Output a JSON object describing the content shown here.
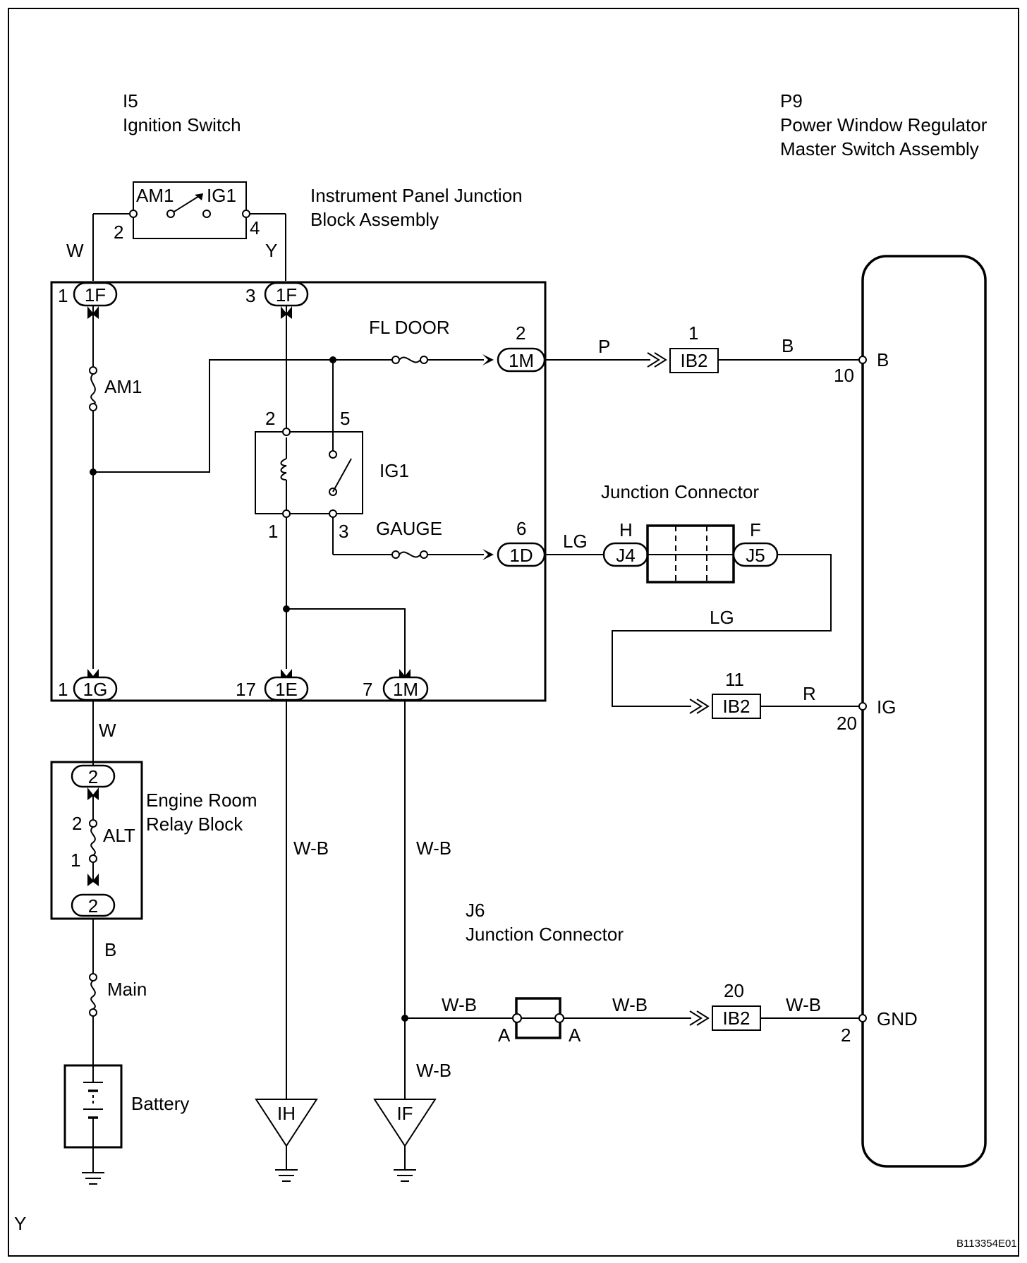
{
  "components": {
    "ignition_switch": {
      "id": "I5",
      "name": "Ignition Switch",
      "contacts": [
        "AM1",
        "IG1"
      ]
    },
    "ipjb": {
      "name_line1": "Instrument Panel Junction",
      "name_line2": "Block Assembly"
    },
    "master_switch": {
      "id": "P9",
      "name_line1": "Power Window Regulator",
      "name_line2": "Master Switch Assembly"
    },
    "junction_connector": {
      "name": "Junction Connector"
    },
    "j6": {
      "id": "J6",
      "name": "Junction Connector"
    },
    "engine_room": {
      "name_line1": "Engine Room",
      "name_line2": "Relay Block"
    },
    "battery": {
      "name": "Battery"
    }
  },
  "fuses": {
    "am1": "AM1",
    "fl_door": "FL DOOR",
    "gauge": "GAUGE",
    "alt": "ALT",
    "main": "Main"
  },
  "relay": {
    "name": "IG1"
  },
  "connectors": {
    "c1f_a": "1F",
    "c1f_b": "1F",
    "c1m_top": "1M",
    "c1d": "1D",
    "c1g": "1G",
    "c1e": "1E",
    "c1m_bot": "1M",
    "j4": "J4",
    "j5": "J5",
    "ib2_1": "IB2",
    "ib2_2": "IB2",
    "ib2_3": "IB2",
    "er_top": "2",
    "er_bot": "2"
  },
  "pins": {
    "ign_2": "2",
    "ign_4": "4",
    "c1f_a": "1",
    "c1f_b": "3",
    "c1m_top": "2",
    "c1d": "6",
    "c1g": "1",
    "c1e": "17",
    "c1m_bot": "7",
    "relay_2": "2",
    "relay_5": "5",
    "relay_1": "1",
    "relay_3": "3",
    "j4_h": "H",
    "j5_f": "F",
    "ib2_1": "1",
    "ib2_2": "11",
    "ib2_3": "20",
    "alt_2": "2",
    "alt_1": "1",
    "j6_a1": "A",
    "j6_a2": "A",
    "p9_b_num": "10",
    "p9_ig_num": "20",
    "p9_gnd_num": "2"
  },
  "terminals": {
    "b": "B",
    "ig": "IG",
    "gnd": "GND"
  },
  "wire_colors": {
    "w_top": "W",
    "y_top": "Y",
    "p": "P",
    "b_top": "B",
    "lg_1": "LG",
    "lg_2": "LG",
    "r": "R",
    "w_mid": "W",
    "b_mid": "B",
    "wb_1": "W-B",
    "wb_2": "W-B",
    "wb_3": "W-B",
    "wb_4": "W-B",
    "wb_5": "W-B",
    "wb_6": "W-B"
  },
  "grounds": {
    "ih": "IH",
    "if": "IF"
  },
  "corner_mark": "Y",
  "doc_code": "B113354E01"
}
